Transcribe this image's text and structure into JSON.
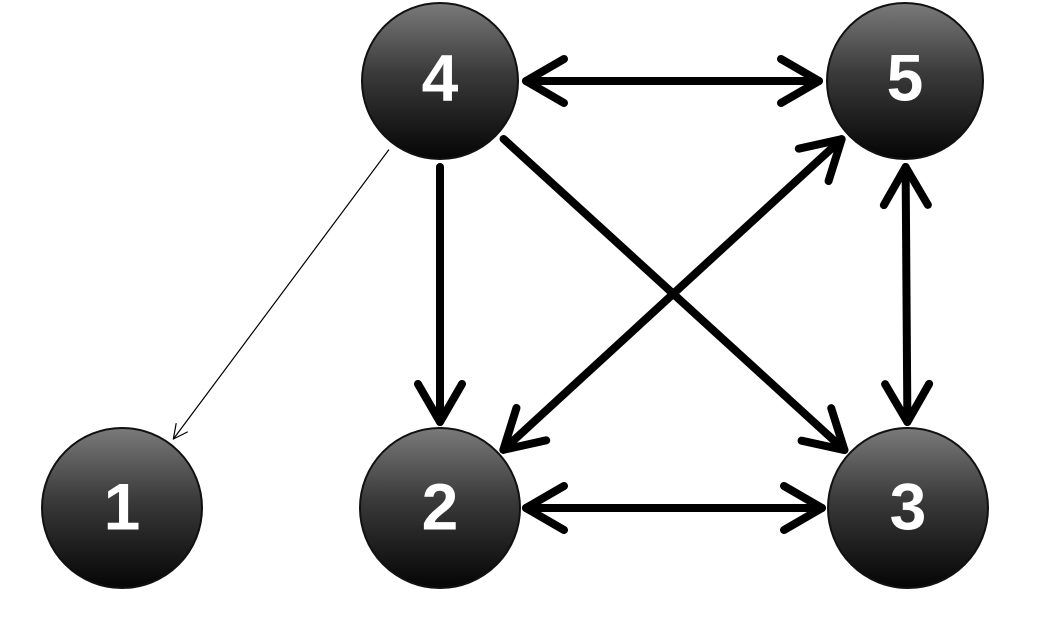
{
  "nodes": [
    {
      "id": "4",
      "label": "4"
    },
    {
      "id": "5",
      "label": "5"
    },
    {
      "id": "1",
      "label": "1"
    },
    {
      "id": "2",
      "label": "2"
    },
    {
      "id": "3",
      "label": "3"
    }
  ],
  "edges": [
    {
      "from": "4",
      "to": "5",
      "bidirectional": true,
      "weight": "thick"
    },
    {
      "from": "5",
      "to": "3",
      "bidirectional": true,
      "weight": "thick"
    },
    {
      "from": "2",
      "to": "3",
      "bidirectional": true,
      "weight": "thick"
    },
    {
      "from": "2",
      "to": "5",
      "bidirectional": true,
      "weight": "thick"
    },
    {
      "from": "4",
      "to": "2",
      "bidirectional": false,
      "weight": "thick"
    },
    {
      "from": "4",
      "to": "3",
      "bidirectional": false,
      "weight": "thick"
    },
    {
      "from": "4",
      "to": "1",
      "bidirectional": false,
      "weight": "thin"
    }
  ],
  "colors": {
    "node_light": "#7a7a7a",
    "node_dark": "#050505",
    "edge": "#000000",
    "label": "#ffffff"
  }
}
